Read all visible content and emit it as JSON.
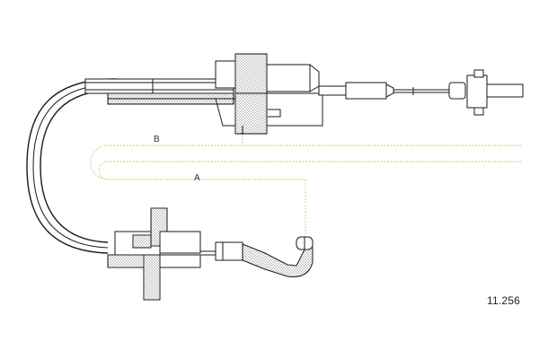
{
  "diagram": {
    "part_number": "11.256",
    "dimension_a_label": "A",
    "dimension_b_label": "B"
  },
  "colors": {
    "line": "#1a1a1a",
    "dimension_line": "#d9c27a",
    "background": "#ffffff"
  }
}
